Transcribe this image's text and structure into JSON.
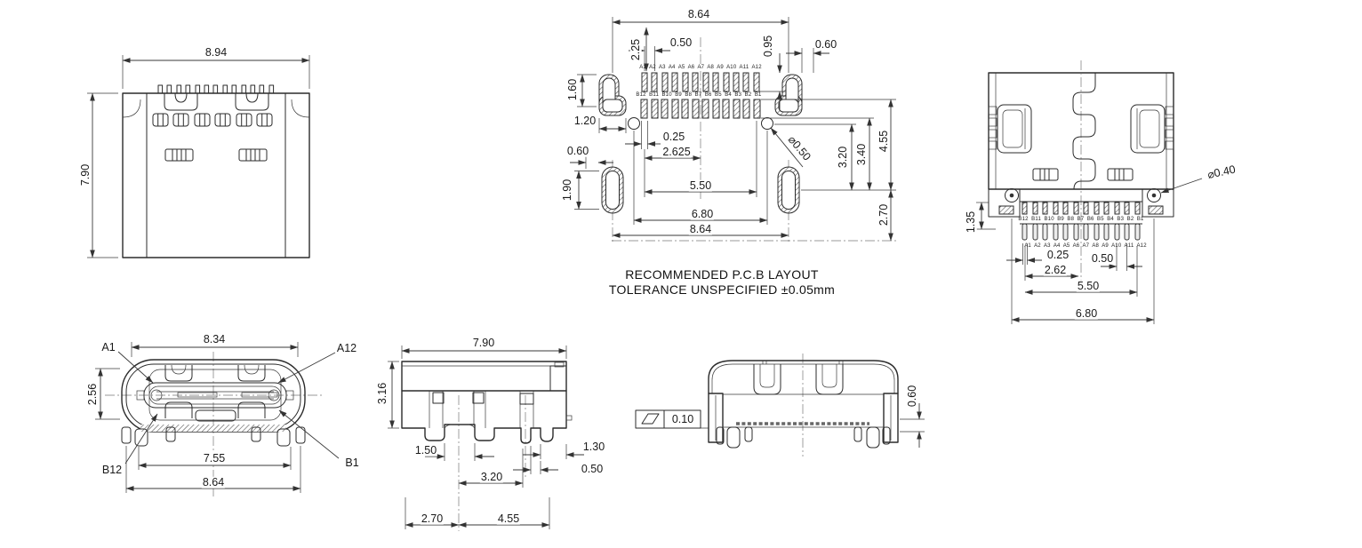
{
  "caption": {
    "line1": "RECOMMENDED P.C.B LAYOUT",
    "line2": "TOLERANCE UNSPECIFIED ±0.05mm"
  },
  "colors": {
    "line": "#2b2b2b",
    "dim": "#3a3a3a",
    "background": "#ffffff"
  },
  "top_view": {
    "width": "8.94",
    "height": "7.90"
  },
  "pcb_layout": {
    "overall_top": "8.64",
    "pad_row_offset": "2.25",
    "pitch": "0.50",
    "pad_length": "0.95",
    "edge_gap": "0.60",
    "hook_height": "1.60",
    "hook_width": "1.20",
    "oval_gap": "0.60",
    "oval_length": "1.90",
    "pad_width": "0.25",
    "half_span": "2.625",
    "span_pads": "5.50",
    "span_holes": "6.80",
    "overall_bottom": "8.64",
    "hole_dia": "⌀0.50",
    "v_3_20": "3.20",
    "v_3_40": "3.40",
    "v_4_55": "4.55",
    "v_2_70": "2.70",
    "pins_a": [
      "A1",
      "A2",
      "A3",
      "A4",
      "A5",
      "A6",
      "A7",
      "A8",
      "A9",
      "A10",
      "A11",
      "A12"
    ],
    "pins_b": [
      "B12",
      "B11",
      "B10",
      "B9",
      "B8",
      "B7",
      "B6",
      "B5",
      "B4",
      "B3",
      "B2",
      "B1"
    ]
  },
  "bottom_view": {
    "hole_dia": "⌀0.40",
    "shield_offset": "1.35",
    "pin_width": "0.25",
    "pitch": "0.50",
    "half_span": "2.62",
    "span_pins": "5.50",
    "span_holes": "6.80",
    "pins_a": [
      "A1",
      "A2",
      "A3",
      "A4",
      "A5",
      "A6",
      "A7",
      "A8",
      "A9",
      "A10",
      "A11",
      "A12"
    ],
    "pins_b": [
      "B12",
      "B11",
      "B10",
      "B9",
      "B8",
      "B7",
      "B6",
      "B5",
      "B4",
      "B3",
      "B2",
      "B1"
    ]
  },
  "front_view": {
    "width_shell": "8.34",
    "tongue_height": "2.56",
    "width_feet": "7.55",
    "width_overall": "8.64",
    "pin_a1": "A1",
    "pin_a12": "A12",
    "pin_b12": "B12",
    "pin_b1": "B1"
  },
  "side_view": {
    "depth": "7.90",
    "height": "3.16",
    "leg_gap": "1.50",
    "leg_span": "3.20",
    "leg_width": "1.30",
    "peg_offset": "0.50",
    "front_depth": "2.70",
    "rear_depth": "4.55"
  },
  "rear_view": {
    "flatness": "0.10",
    "standoff": "0.60"
  }
}
